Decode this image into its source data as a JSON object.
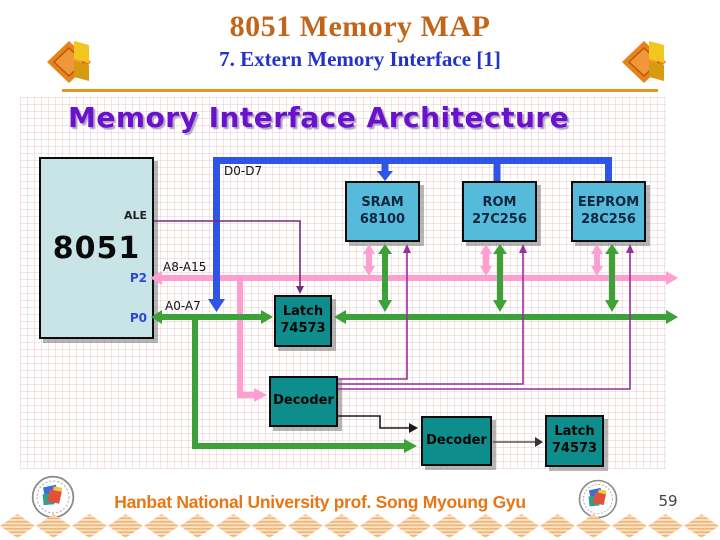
{
  "header": {
    "title": "8051 Memory MAP",
    "subtitle": "7. Extern Memory Interface [1]"
  },
  "diagram": {
    "title": "Memory Interface Architecture",
    "cpu": "8051",
    "pins": {
      "ale": "ALE",
      "p2": "P2",
      "p0": "P0"
    },
    "buses": {
      "data": "D0-D7",
      "addr_high": "A8-A15",
      "addr_low": "A0-A7"
    },
    "memories": [
      {
        "name": "SRAM",
        "part": "68100"
      },
      {
        "name": "ROM",
        "part": "27C256"
      },
      {
        "name": "EEPROM",
        "part": "28C256"
      }
    ],
    "latch_top": {
      "name": "Latch",
      "part": "74573"
    },
    "decoder_main": {
      "name": "Decoder"
    },
    "decoder_second": {
      "name": "Decoder"
    },
    "latch_bottom": {
      "name": "Latch",
      "part": "74573"
    },
    "colors": {
      "data_bus": "#2F55E6",
      "addr_high_bus": "#FF9ED1",
      "addr_low_bus": "#3BA138",
      "chip_select_line": "#9A2E9A",
      "ale_line": "#7A2878",
      "memory_fill": "#56BBDA",
      "logic_fill": "#0E8D8D",
      "cpu_fill": "#C9E4E6",
      "title_purple": "#6911CD",
      "header_orange": "#C0651A",
      "header_blue": "#2233CC",
      "footer_orange": "#E87614"
    }
  },
  "footer": {
    "affiliation": "Hanbat National University prof. Song Myoung Gyu",
    "page": "59"
  }
}
